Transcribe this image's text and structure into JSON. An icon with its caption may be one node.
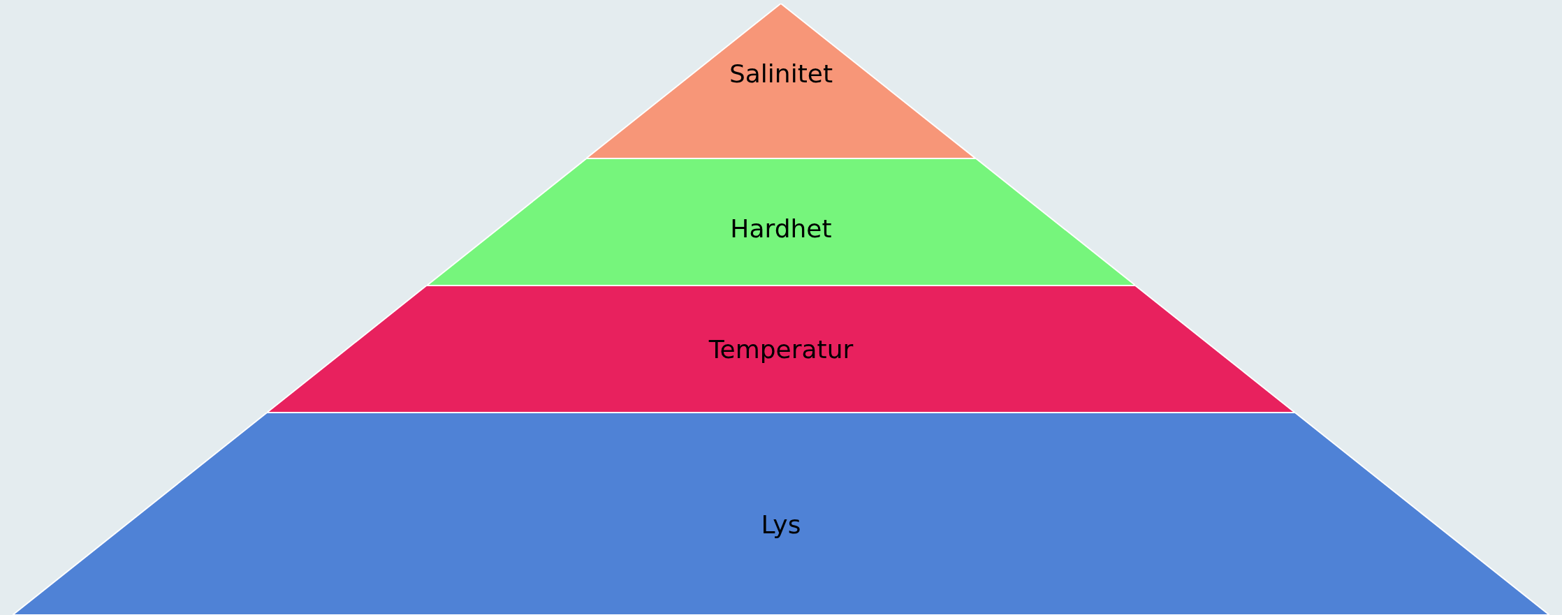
{
  "diagram": {
    "nodes": [
      {
        "text": [
          "Salinitet"
        ]
      },
      {
        "text": [
          "Hardhet"
        ]
      },
      {
        "text": [
          "Temperatur"
        ]
      },
      {
        "text": [
          "Lys"
        ]
      }
    ]
  }
}
